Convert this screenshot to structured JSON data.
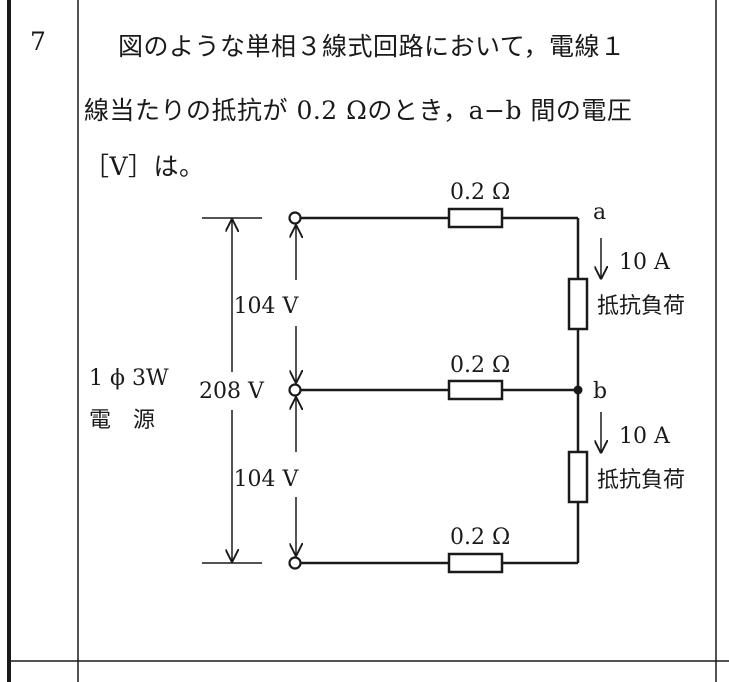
{
  "question": {
    "number": "7",
    "line1": "図のような単相３線式回路において，電線１",
    "line2": "線当たりの抵抗が 0.2 Ωのとき，a−b 間の電圧",
    "line3": "［V］は。"
  },
  "circuit": {
    "resistor_top": "0.2 Ω",
    "resistor_mid": "0.2 Ω",
    "resistor_bot": "0.2 Ω",
    "node_a": "a",
    "node_b": "b",
    "current_top": "10 A",
    "current_bot": "10 A",
    "load_top": "抵抗負荷",
    "load_bot": "抵抗負荷",
    "voltage_upper": "104 V",
    "voltage_lower": "104 V",
    "voltage_total": "208 V",
    "source_line1": "1 ϕ 3W",
    "source_line2": "電　源"
  }
}
